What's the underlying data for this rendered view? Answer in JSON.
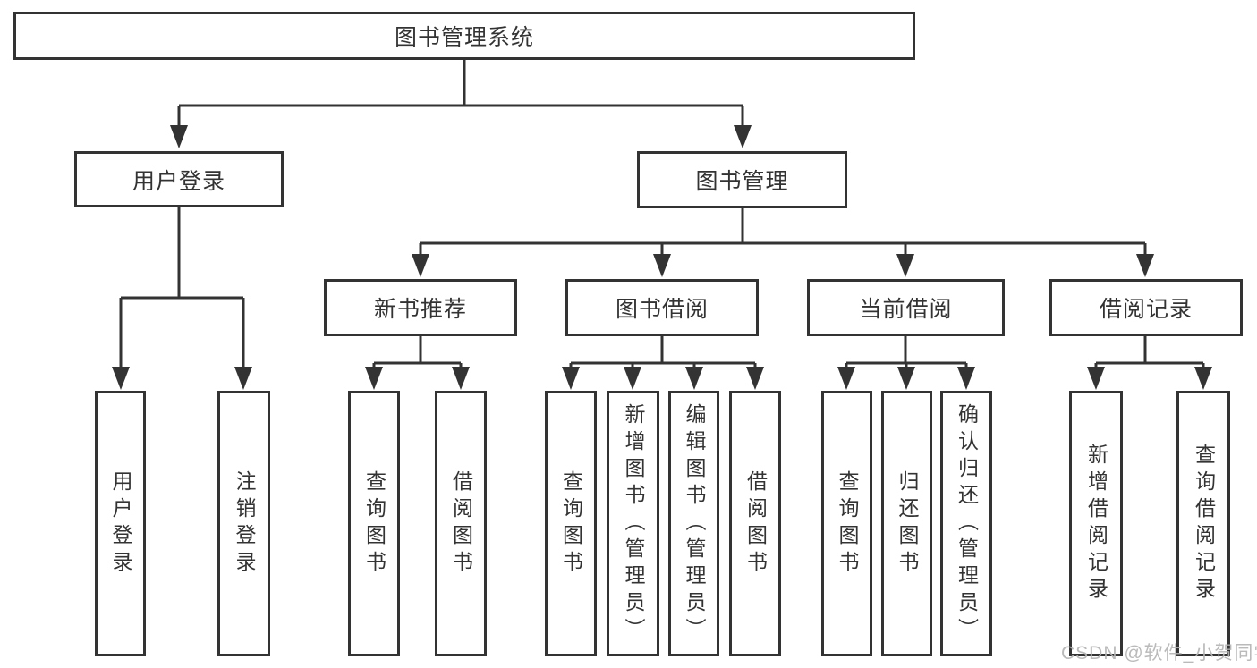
{
  "diagram": {
    "tree": {
      "label": "图书管理系统",
      "children": [
        {
          "label": "用户登录",
          "children": [
            {
              "label": "用户登录"
            },
            {
              "label": "注销登录"
            }
          ]
        },
        {
          "label": "图书管理",
          "children": [
            {
              "label": "新书推荐",
              "children": [
                {
                  "label": "查询图书"
                },
                {
                  "label": "借阅图书"
                }
              ]
            },
            {
              "label": "图书借阅",
              "children": [
                {
                  "label": "查询图书"
                },
                {
                  "label": "新增图书（管理员）"
                },
                {
                  "label": "编辑图书（管理员）"
                },
                {
                  "label": "借阅图书"
                }
              ]
            },
            {
              "label": "当前借阅",
              "children": [
                {
                  "label": "查询图书"
                },
                {
                  "label": "归还图书"
                },
                {
                  "label": "确认归还（管理员）"
                }
              ]
            },
            {
              "label": "借阅记录",
              "children": [
                {
                  "label": "新增借阅记录"
                },
                {
                  "label": "查询借阅记录"
                }
              ]
            }
          ]
        }
      ]
    }
  },
  "watermark": {
    "text": "CSDN @软件_小贺同学"
  },
  "colors": {
    "line": "#333333",
    "text": "#333333",
    "background": "#ffffff",
    "watermark": "#b5b5b5"
  }
}
